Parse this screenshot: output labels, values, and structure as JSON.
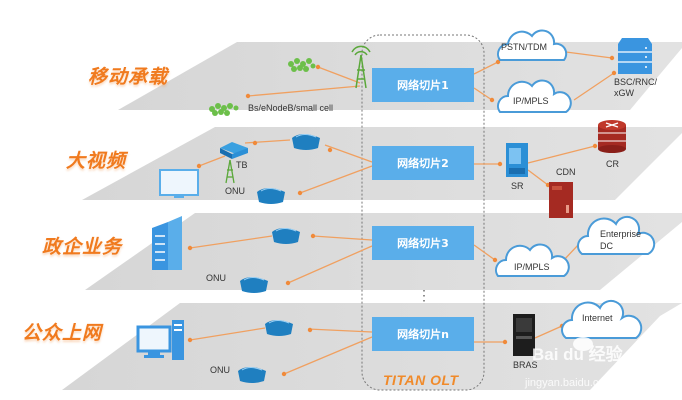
{
  "diagram": {
    "olt_label": "TITAN OLT",
    "ellipsis": "⋮",
    "colors": {
      "title_orange": "#f07a1e",
      "slice_blue": "#5aaeea",
      "link_orange": "#f0a060",
      "cloud_blue": "#4a9bd8",
      "device_blue": "#2b8fd6",
      "router_red": "#a52a22",
      "green_cells": "#6cbf4a"
    },
    "layers": [
      {
        "title": "移动承载",
        "slice": "网络切片1",
        "access_label": "Bs/eNodeB/small cell",
        "clouds": [
          "PSTN/TDM",
          "IP/MPLS"
        ],
        "core_label_1": "BSC/RNC/",
        "core_label_2": "xGW"
      },
      {
        "title": "大视频",
        "slice": "网络切片2",
        "stb_label": "TB",
        "onu_label": "ONU",
        "sr_label": "SR",
        "cdn_label": "CDN",
        "cr_label": "CR"
      },
      {
        "title": "政企业务",
        "slice": "网络切片3",
        "onu_label": "ONU",
        "clouds": [
          "IP/MPLS"
        ],
        "dc_label_1": "Enterprise",
        "dc_label_2": "DC"
      },
      {
        "title": "公众上网",
        "slice": "网络切片n",
        "onu_label": "ONU",
        "bras_label": "BRAS",
        "clouds": [
          "Internet"
        ]
      }
    ],
    "watermark": {
      "brand": "Bai du 经验",
      "url": "jingyan.baidu.com"
    }
  }
}
